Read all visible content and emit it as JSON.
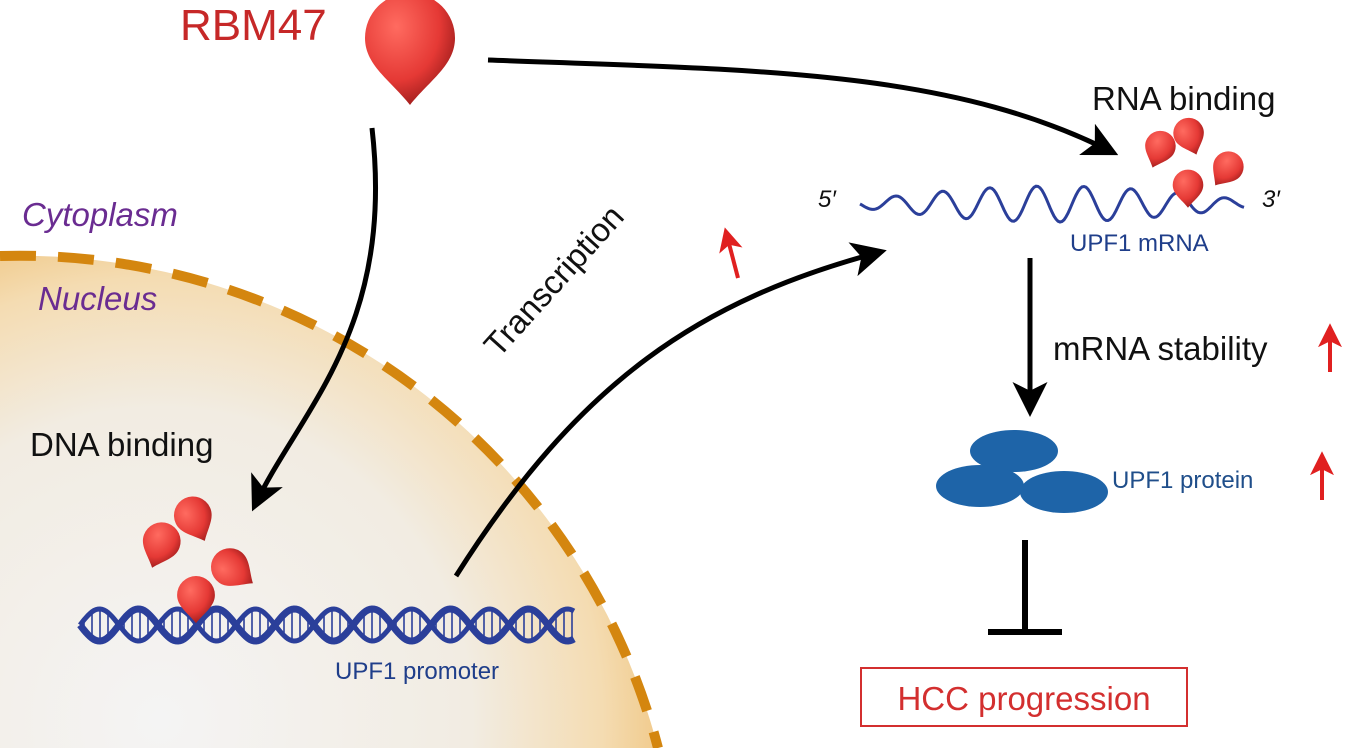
{
  "title": "RBM47",
  "compartments": {
    "cytoplasm": "Cytoplasm",
    "nucleus": "Nucleus"
  },
  "labels": {
    "dna_binding": "DNA binding",
    "promoter": "UPF1 promoter",
    "transcription": "Transcription",
    "rna_binding": "RNA binding",
    "five_prime": "5′",
    "three_prime": "3′",
    "mrna": "UPF1 mRNA",
    "mrna_stability": "mRNA stability",
    "protein": "UPF1 protein",
    "outcome": "HCC progression"
  },
  "colors": {
    "rbm47": "#e53935",
    "nucleus_edge": "#d4860f",
    "nucleus_fill": "#f6d19a",
    "dna": "#2b3f9a",
    "protein": "#1e64a8",
    "up_arrow": "#e02020",
    "compartment_text": "#6a2c91",
    "outcome_text": "#d32f2f"
  },
  "icons": [
    "rbm47-drop-icon",
    "up-arrow-icon",
    "dna-helix-icon",
    "mrna-wave-icon",
    "protein-ellipse-icon",
    "inhibition-bar-icon"
  ]
}
